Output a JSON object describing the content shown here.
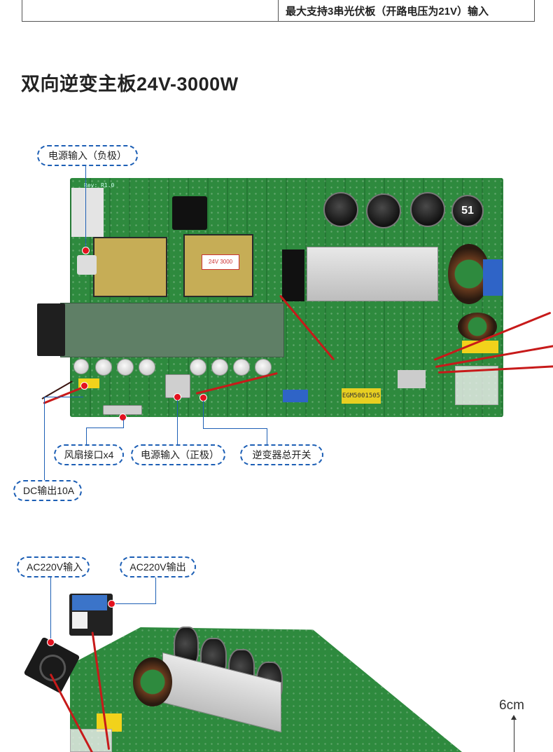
{
  "top_table": {
    "row_text": "最大支持3串光伏板（开路电压为21V）输入"
  },
  "section": {
    "title": "双向逆变主板24V-3000W"
  },
  "callouts": {
    "power_input_negative": "电源输入（负极）",
    "fan_interface": "风扇接口x4",
    "power_input_positive": "电源输入（正极）",
    "inverter_main_switch": "逆变器总开关",
    "dc_output": "DC输出10A",
    "ac_input": "AC220V输入",
    "ac_output": "AC220V输出"
  },
  "board_marks": {
    "chip_label": "EGM5001505",
    "cap_label": "51",
    "handwritten_tag": "24V 3000",
    "revision": "Rev: R1.0"
  },
  "scale": {
    "label": "6cm"
  },
  "colors": {
    "callout_border": "#1d5fb5",
    "pin": "#e3121f",
    "pcb_green": "#2e8a3e",
    "wire_red": "#c71a1a"
  }
}
